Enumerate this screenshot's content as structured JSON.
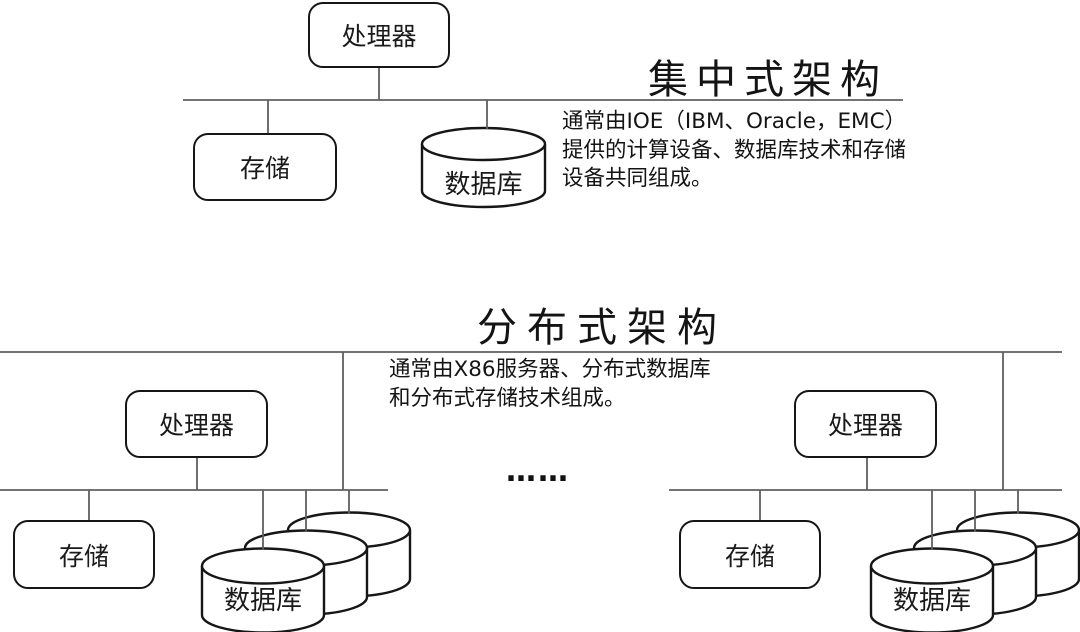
{
  "colors": {
    "background": "#ffffff",
    "connector_line": "#5f5f5f",
    "shape_stroke": "#161616",
    "text": "#1a1a1a"
  },
  "centralized": {
    "title": "集中式架构",
    "description_lines": [
      "通常由IOE（IBM、Oracle，EMC）",
      "提供的计算设备、数据库技术和存储",
      "设备共同组成。"
    ],
    "nodes": {
      "processor": "处理器",
      "storage": "存储",
      "database": "数据库"
    }
  },
  "distributed": {
    "title": "分布式架构",
    "description_lines": [
      "通常由X86服务器、分布式数据库",
      "和分布式存储技术组成。"
    ],
    "ellipsis": "……",
    "clusters": [
      {
        "processor": "处理器",
        "storage": "存储",
        "database": "数据库"
      },
      {
        "processor": "处理器",
        "storage": "存储",
        "database": "数据库"
      }
    ]
  }
}
